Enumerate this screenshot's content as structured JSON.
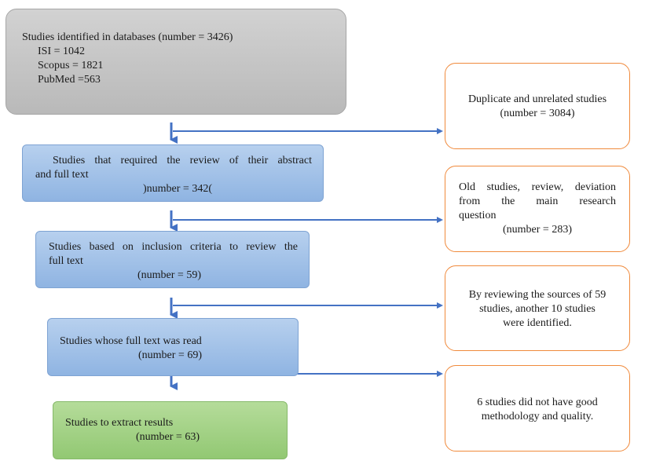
{
  "identified": {
    "title": "Studies identified in databases (number = 3426)",
    "sources": [
      "ISI = 1042",
      "Scopus = 1821",
      "PubMed =563"
    ]
  },
  "steps": [
    {
      "line1": "Studies that required the review of their abstract",
      "line2": "and full text",
      "count": ")number = 342("
    },
    {
      "line1": "Studies based on inclusion criteria to review the",
      "line2": "full text",
      "count": "(number = 59)"
    },
    {
      "line1": "Studies whose full text was read",
      "count": "(number = 69)"
    }
  ],
  "final": {
    "line1": "Studies to extract results",
    "count": "(number = 63)"
  },
  "side_boxes": [
    {
      "lines": [
        "Duplicate and unrelated studies",
        "(number = 3084)"
      ]
    },
    {
      "lines": [
        "Old studies, review, deviation",
        "from the main research",
        "question",
        "(number = 283)"
      ]
    },
    {
      "lines": [
        "By reviewing the sources of 59",
        "studies, another 10 studies",
        "were identified."
      ]
    },
    {
      "lines": [
        "6 studies did not have good",
        "methodology and quality."
      ]
    }
  ],
  "colors": {
    "arrow": "#4472c4",
    "side_border": "#f08a3c",
    "gray_box": "#bfbfbf",
    "blue_box": "#9dc3e6",
    "green_box": "#a9d18e"
  }
}
